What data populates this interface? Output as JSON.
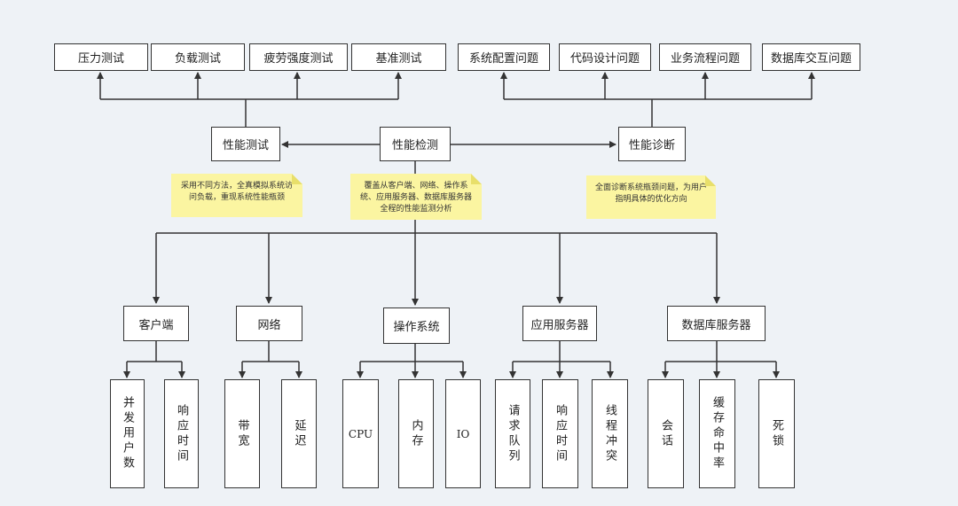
{
  "center": "性能检测",
  "left_node": "性能测试",
  "right_node": "性能诊断",
  "perf_tests": [
    "压力测试",
    "负载测试",
    "疲劳强度测试",
    "基准测试"
  ],
  "diag_problems": [
    "系统配置问题",
    "代码设计问题",
    "业务流程问题",
    "数据库交互问题"
  ],
  "notes": {
    "left": "采用不同方法，全真模拟系统访问负载，重现系统性能瓶颈",
    "center": "覆盖从客户端、网络、操作系统、应用服务器、数据库服务器全程的性能监测分析",
    "right": "全面诊断系统瓶颈问题，为用户指明具体的优化方向"
  },
  "categories": [
    {
      "label": "客户端",
      "items": [
        "并发用户数",
        "响应时间"
      ]
    },
    {
      "label": "网络",
      "items": [
        "带宽",
        "延迟"
      ]
    },
    {
      "label": "操作系统",
      "items": [
        "CPU",
        "内存",
        "IO"
      ]
    },
    {
      "label": "应用服务器",
      "items": [
        "请求队列",
        "响应时间",
        "线程冲突"
      ]
    },
    {
      "label": "数据库服务器",
      "items": [
        "会话",
        "缓存命中率",
        "死锁"
      ]
    }
  ]
}
